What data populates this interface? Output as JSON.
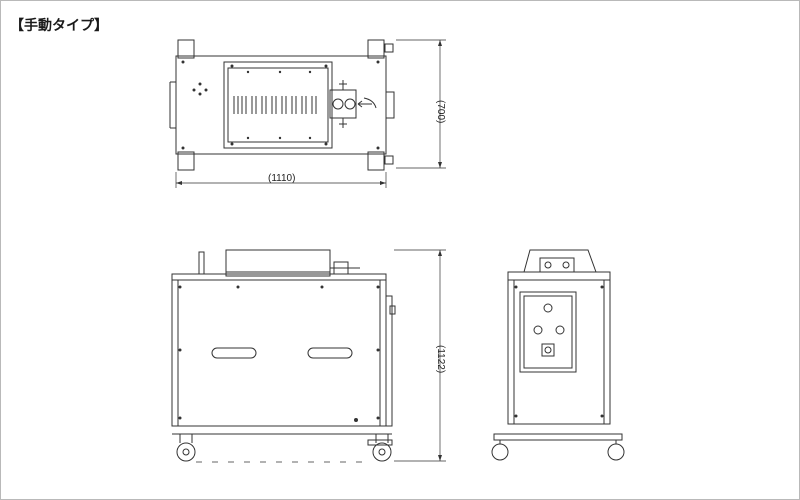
{
  "title": "【手動タイプ】",
  "dimensions": {
    "top_width": "(1110)",
    "top_depth": "(700)",
    "front_height": "(1122)"
  },
  "colors": {
    "line": "#333333",
    "frame_border": "#b9b9b9",
    "background": "#ffffff"
  }
}
